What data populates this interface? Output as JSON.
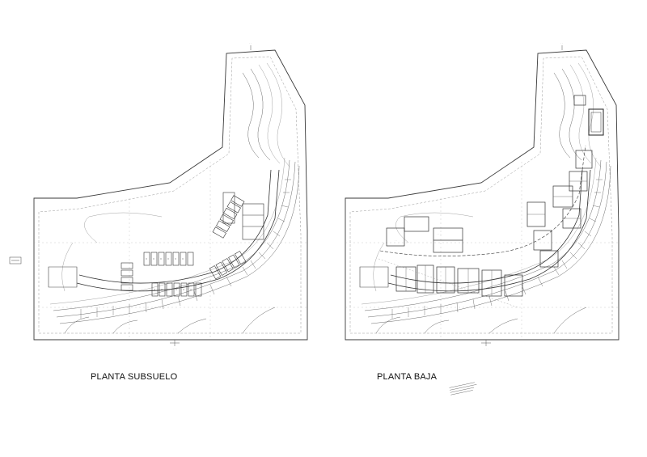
{
  "plans": [
    {
      "id": "subsuelo",
      "label": "PLANTA SUBSUELO"
    },
    {
      "id": "baja",
      "label": "PLANTA BAJA"
    }
  ],
  "colors": {
    "background": "#ffffff",
    "line": "#3a3a3a",
    "faint_line": "#9a9a9a"
  }
}
